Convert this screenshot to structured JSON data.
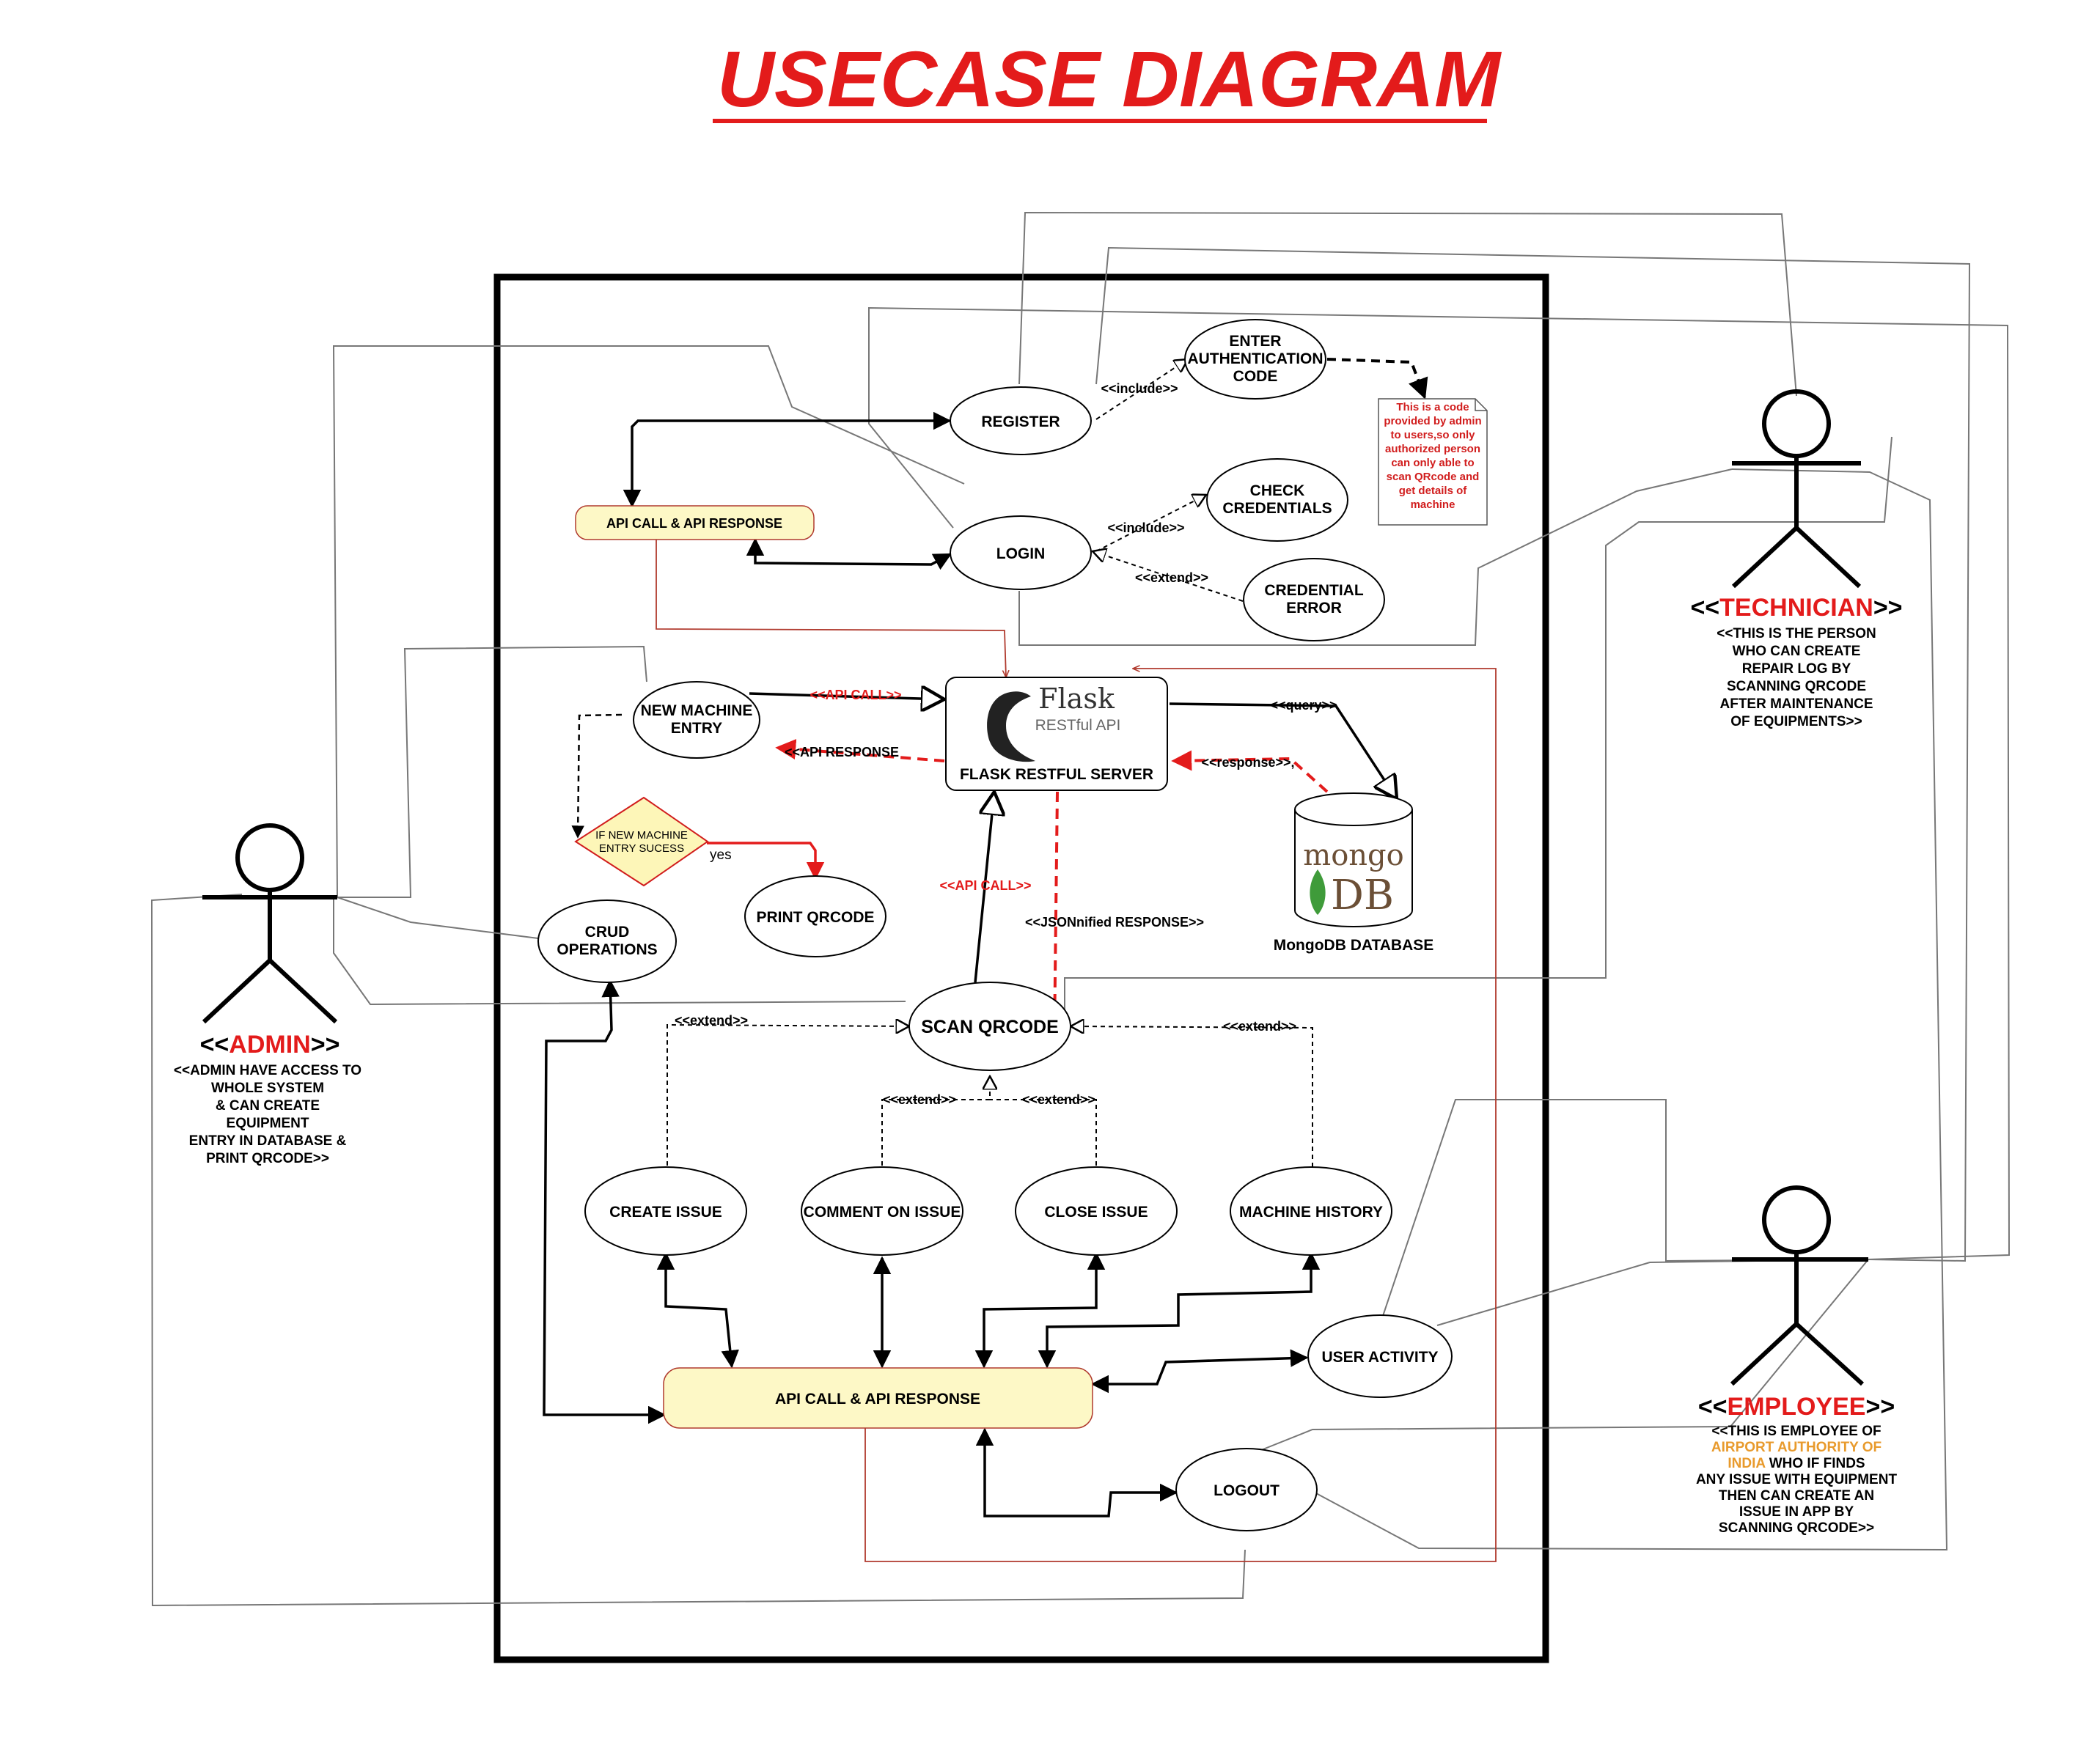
{
  "title": "USECASE DIAGRAM",
  "colors": {
    "accent_red": "#e31b1b",
    "api_box_fill": "#fdf8c6",
    "decision_fill": "#fdf6b8",
    "orange_text": "#e89a2c",
    "line_gray": "#777777",
    "line_red": "#b03a2e"
  },
  "use_cases": {
    "register": "REGISTER",
    "login": "LOGIN",
    "enter_auth_code": [
      "ENTER",
      "AUTHENTICATION",
      "CODE"
    ],
    "check_credentials": [
      "CHECK",
      "CREDENTIALS"
    ],
    "credential_error": [
      "CREDENTIAL",
      "ERROR"
    ],
    "new_machine_entry": [
      "NEW MACHINE",
      "ENTRY"
    ],
    "print_qrcode": "PRINT QRCODE",
    "crud_operations": [
      "CRUD",
      "OPERATIONS"
    ],
    "scan_qrcode": "SCAN QRCODE",
    "create_issue": "CREATE ISSUE",
    "comment_on_issue": "COMMENT ON ISSUE",
    "close_issue": "CLOSE ISSUE",
    "machine_history": "MACHINE HISTORY",
    "user_activity": "USER ACTIVITY",
    "logout": "LOGOUT"
  },
  "api_box_top": "API CALL & API RESPONSE",
  "api_box_bottom": "API CALL & API RESPONSE",
  "decision": [
    "IF NEW MACHINE",
    "ENTRY SUCESS"
  ],
  "decision_yes": "yes",
  "note": [
    "This is a code",
    "provided by admin",
    "to users,so only",
    "authorized person",
    "can only able to",
    "scan QRcode and",
    "get details of",
    "machine"
  ],
  "flask": {
    "logo_word": "Flask",
    "logo_sub": "RESTful API",
    "label": "FLASK RESTFUL SERVER"
  },
  "mongo": {
    "logo_word": "mongo",
    "logo_db": "DB",
    "label": "MongoDB DATABASE"
  },
  "relations": {
    "include_1": "<<include>>",
    "include_2": "<<include>>",
    "extend_login": "<<extend>>",
    "api_call_1": "<<API CALL>>",
    "api_response": "<<API RESPONSE",
    "query": "<<query>>",
    "response": "<<response>>,",
    "api_call_2": "<<API CALL>>",
    "jsonified": "<<JSONnified RESPONSE>>",
    "extend_create": "<<extend>>",
    "extend_comment": "<<extend>>",
    "extend_close": "<<extend>>",
    "extend_history": "<<extend>>"
  },
  "actors": {
    "admin": {
      "name": "ADMIN",
      "prefix": "<<",
      "suffix": ">>",
      "desc": [
        "<<ADMIN HAVE ACCESS TO",
        "WHOLE SYSTEM",
        "& CAN CREATE",
        "EQUIPMENT",
        "ENTRY IN DATABASE &",
        "PRINT QRCODE>>"
      ]
    },
    "technician": {
      "name": "TECHNICIAN",
      "prefix": "<<",
      "suffix": ">>",
      "desc": [
        "<<THIS IS THE PERSON",
        "WHO CAN CREATE",
        "REPAIR LOG BY",
        "SCANNING QRCODE",
        "AFTER MAINTENANCE",
        "OF EQUIPMENTS>>"
      ]
    },
    "employee": {
      "name": "EMPLOYEE",
      "prefix": "<<",
      "suffix": ">>",
      "desc_1": "<<THIS IS EMPLOYEE OF",
      "desc_orange_1": "AIRPORT AUTHORITY OF",
      "desc_orange_2": "INDIA",
      "desc_after_orange": " WHO IF FINDS",
      "desc_rest": [
        "ANY ISSUE WITH EQUIPMENT",
        "THEN CAN CREATE AN",
        "ISSUE IN APP BY",
        "SCANNING QRCODE>>"
      ]
    }
  }
}
